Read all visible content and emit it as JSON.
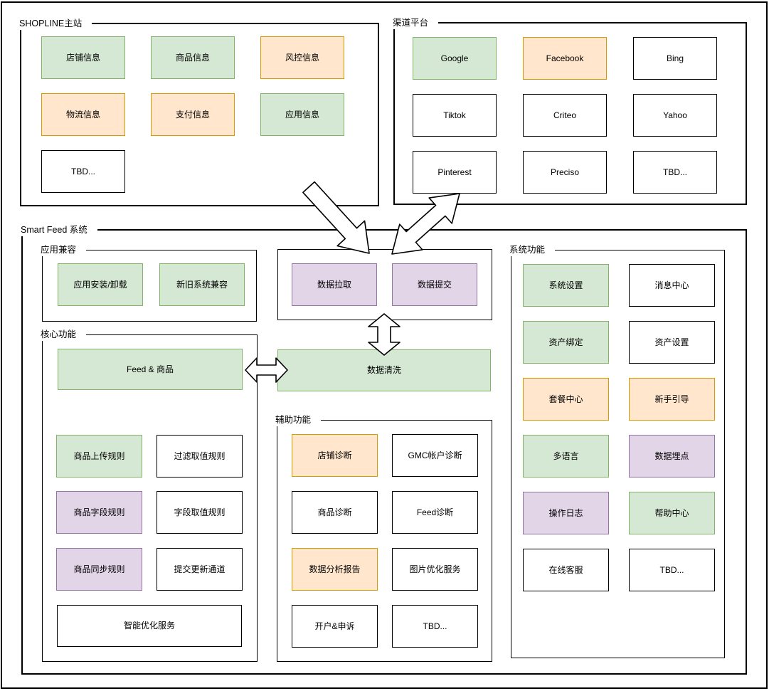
{
  "palette": {
    "green": {
      "fill": "#d5e8d4",
      "border": "#82b366"
    },
    "orange": {
      "fill": "#ffe6cc",
      "border": "#d79b00"
    },
    "purple": {
      "fill": "#e1d5e7",
      "border": "#9673a6"
    },
    "white": {
      "fill": "#ffffff",
      "border": "#000000"
    }
  },
  "sections": {
    "shopline": {
      "label": "SHOPLINE主站",
      "boxes": [
        {
          "label": "店铺信息",
          "color": "green"
        },
        {
          "label": "商品信息",
          "color": "green"
        },
        {
          "label": "风控信息",
          "color": "orange"
        },
        {
          "label": "物流信息",
          "color": "orange"
        },
        {
          "label": "支付信息",
          "color": "orange"
        },
        {
          "label": "应用信息",
          "color": "green"
        },
        {
          "label": "TBD...",
          "color": "white"
        }
      ]
    },
    "channel": {
      "label": "渠道平台",
      "boxes": [
        {
          "label": "Google",
          "color": "green"
        },
        {
          "label": "Facebook",
          "color": "orange"
        },
        {
          "label": "Bing",
          "color": "white"
        },
        {
          "label": "Tiktok",
          "color": "white"
        },
        {
          "label": "Criteo",
          "color": "white"
        },
        {
          "label": "Yahoo",
          "color": "white"
        },
        {
          "label": "Pinterest",
          "color": "white"
        },
        {
          "label": "Preciso",
          "color": "white"
        },
        {
          "label": "TBD...",
          "color": "white"
        }
      ]
    },
    "smartfeed": {
      "label": "Smart Feed 系统",
      "app_compat": {
        "label": "应用兼容",
        "boxes": [
          {
            "label": "应用安装/卸载",
            "color": "green"
          },
          {
            "label": "新旧系统兼容",
            "color": "green"
          }
        ]
      },
      "data_io": {
        "boxes": [
          {
            "label": "数据拉取",
            "color": "purple"
          },
          {
            "label": "数据提交",
            "color": "purple"
          }
        ]
      },
      "data_clean": {
        "label": "数据清洗",
        "color": "green"
      },
      "core": {
        "label": "核心功能",
        "feed_box": {
          "label": "Feed & 商品",
          "color": "green"
        },
        "rule_boxes": [
          {
            "label": "商品上传规则",
            "color": "green"
          },
          {
            "label": "过滤取值规则",
            "color": "white"
          },
          {
            "label": "商品字段规则",
            "color": "purple"
          },
          {
            "label": "字段取值规则",
            "color": "white"
          },
          {
            "label": "商品同步规则",
            "color": "purple"
          },
          {
            "label": "提交更新通道",
            "color": "white"
          }
        ],
        "wide_box": {
          "label": "智能优化服务",
          "color": "white"
        }
      },
      "aux": {
        "label": "辅助功能",
        "boxes": [
          {
            "label": "店铺诊断",
            "color": "orange"
          },
          {
            "label": "GMC帐户诊断",
            "color": "white"
          },
          {
            "label": "商品诊断",
            "color": "white"
          },
          {
            "label": "Feed诊断",
            "color": "white"
          },
          {
            "label": "数据分析报告",
            "color": "orange"
          },
          {
            "label": "图片优化服务",
            "color": "white"
          },
          {
            "label": "开户&申诉",
            "color": "white"
          },
          {
            "label": "TBD...",
            "color": "white"
          }
        ]
      },
      "sys": {
        "label": "系统功能",
        "boxes": [
          {
            "label": "系统设置",
            "color": "green"
          },
          {
            "label": "消息中心",
            "color": "white"
          },
          {
            "label": "资产绑定",
            "color": "green"
          },
          {
            "label": "资产设置",
            "color": "white"
          },
          {
            "label": "套餐中心",
            "color": "orange"
          },
          {
            "label": "新手引导",
            "color": "orange"
          },
          {
            "label": "多语言",
            "color": "green"
          },
          {
            "label": "数据埋点",
            "color": "purple"
          },
          {
            "label": "操作日志",
            "color": "purple"
          },
          {
            "label": "帮助中心",
            "color": "green"
          },
          {
            "label": "在线客服",
            "color": "white"
          },
          {
            "label": "TBD...",
            "color": "white"
          }
        ]
      }
    }
  },
  "arrows": [
    {
      "from": "SHOPLINE主站",
      "to": "Smart Feed 系统 (数据拉取/数据提交)",
      "bidirectional": false,
      "direction": "down-right"
    },
    {
      "from": "Smart Feed 系统 (数据拉取/数据提交)",
      "to": "渠道平台",
      "bidirectional": true,
      "direction": "diagonal"
    },
    {
      "from": "数据拉取/数据提交",
      "to": "数据清洗",
      "bidirectional": true,
      "direction": "vertical"
    },
    {
      "from": "Feed & 商品",
      "to": "数据清洗",
      "bidirectional": true,
      "direction": "horizontal"
    }
  ]
}
